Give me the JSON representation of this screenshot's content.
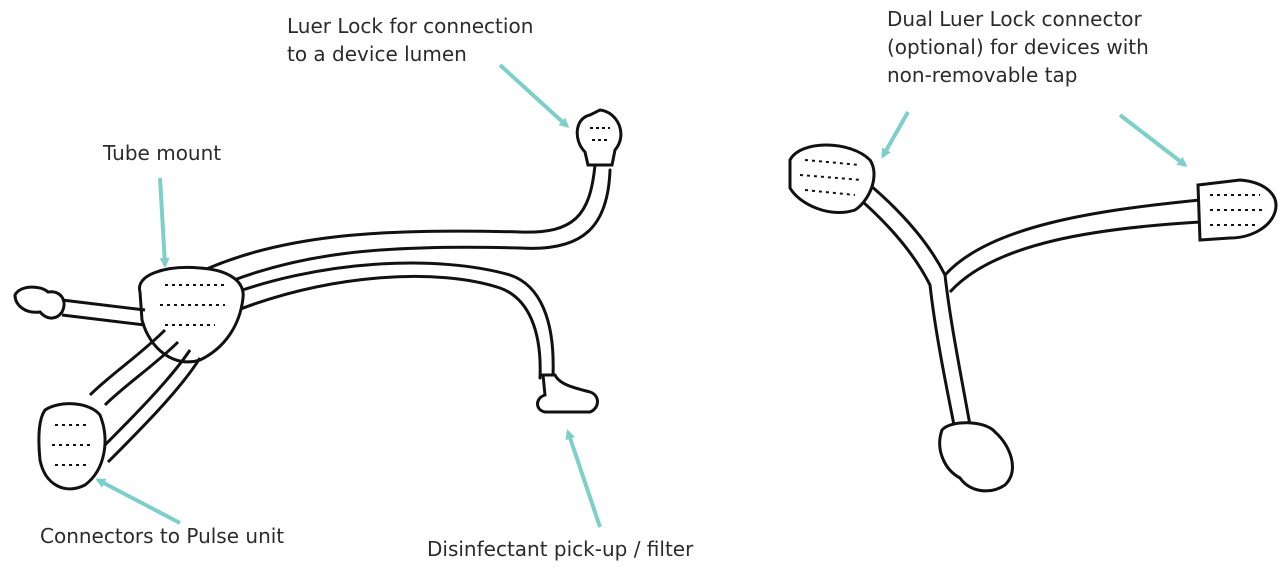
{
  "labels": {
    "luer_lock": {
      "line1": "Luer Lock for connection",
      "line2": "to a device lumen"
    },
    "dual_luer": {
      "line1": "Dual Luer Lock connector",
      "line2": "(optional) for devices with",
      "line3": "non-removable tap"
    },
    "tube_mount": "Tube mount",
    "connectors": "Connectors to Pulse unit",
    "pickup": "Disinfectant pick-up / filter"
  },
  "colors": {
    "arrow": "#7ecfc9",
    "line_art": "#111111",
    "text": "#2b2b2b"
  }
}
